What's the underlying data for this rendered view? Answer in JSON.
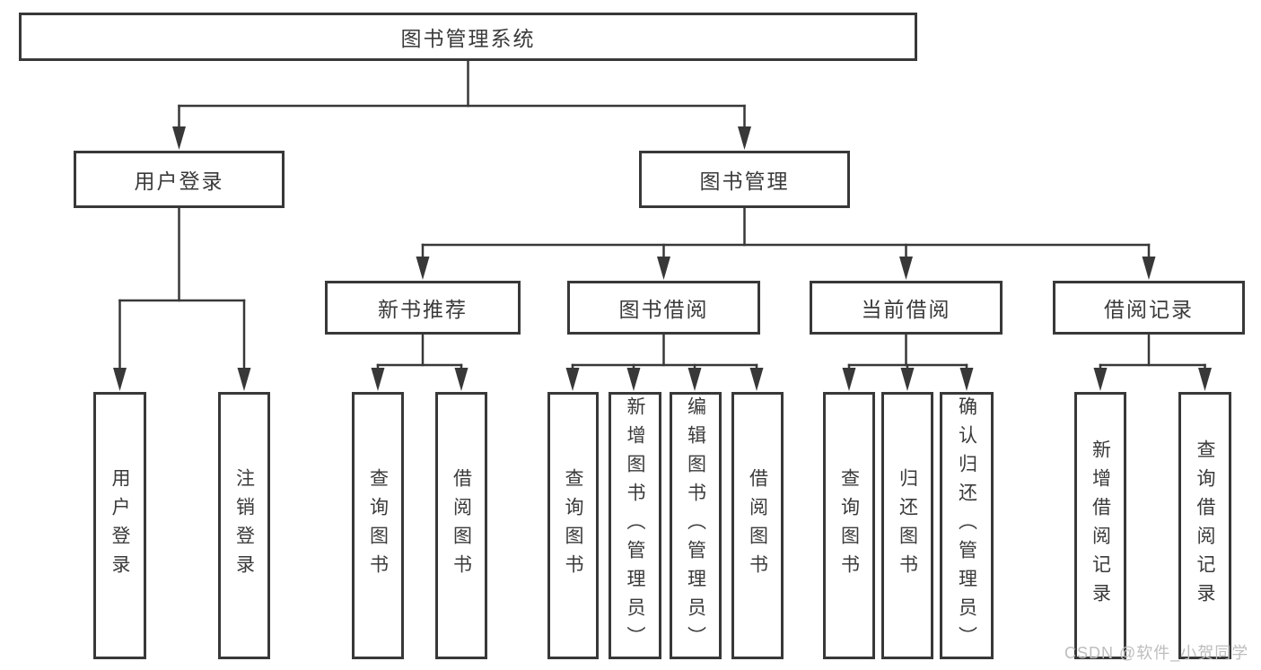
{
  "diagram": {
    "root": {
      "label": "图书管理系统"
    },
    "user_login": {
      "label": "用户登录"
    },
    "book_management": {
      "label": "图书管理"
    },
    "new_book_rec": {
      "label": "新书推荐"
    },
    "book_borrow": {
      "label": "图书借阅"
    },
    "current_borrow": {
      "label": "当前借阅"
    },
    "borrow_records": {
      "label": "借阅记录"
    },
    "leaf": {
      "user_login_1": "用户登录",
      "user_login_2": "注销登录",
      "rec_1": "查询图书",
      "rec_2": "借阅图书",
      "borrow_1": "查询图书",
      "borrow_2": "新增图书（管理员）",
      "borrow_3": "编辑图书（管理员）",
      "borrow_4": "借阅图书",
      "current_1": "查询图书",
      "current_2": "归还图书",
      "current_3": "确认归还（管理员）",
      "records_1": "新增借阅记录",
      "records_2": "查询借阅记录"
    }
  },
  "watermark": {
    "text": "CSDN @软件_小贺同学"
  },
  "colors": {
    "line": "#383838",
    "box_border": "#383838",
    "box_fill": "#ffffff",
    "text": "#3a3a3a",
    "watermark": "#bdbdbd",
    "background": "#ffffff"
  }
}
